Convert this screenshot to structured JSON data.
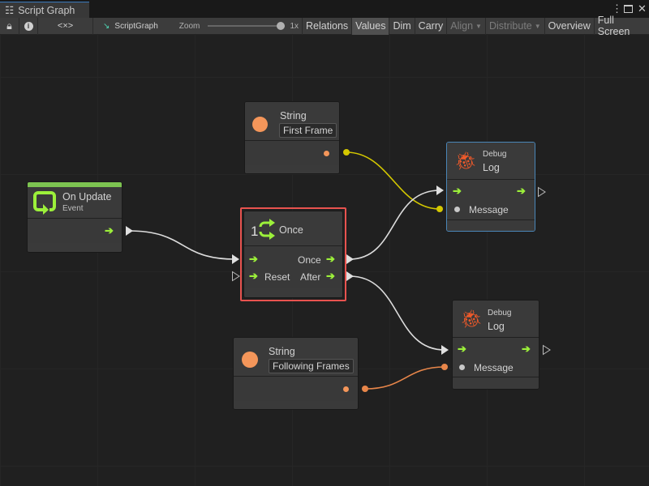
{
  "window": {
    "tab_title": "Script Graph",
    "tab_icon": "hierarchy-icon",
    "menu_icon": "kebab-icon",
    "maximize_icon": "maximize-icon",
    "close_icon": "close-icon"
  },
  "toolbar": {
    "lock_icon": "lock-icon",
    "info_icon": "info-icon",
    "embed_icon": "<×>",
    "graph_name": "ScriptGraph",
    "zoom_label": "Zoom",
    "zoom_value": "1x",
    "zoom_level": 1.0,
    "buttons": [
      {
        "label": "Relations",
        "active": false,
        "enabled": true
      },
      {
        "label": "Values",
        "active": true,
        "enabled": true
      },
      {
        "label": "Dim",
        "active": false,
        "enabled": true
      },
      {
        "label": "Carry",
        "active": false,
        "enabled": true
      },
      {
        "label": "Align",
        "active": false,
        "enabled": false,
        "dropdown": true
      },
      {
        "label": "Distribute",
        "active": false,
        "enabled": false,
        "dropdown": true
      },
      {
        "label": "Overview",
        "active": false,
        "enabled": true
      },
      {
        "label": "Full Screen",
        "active": false,
        "enabled": true
      }
    ]
  },
  "nodes": {
    "on_update": {
      "title": "On Update",
      "subtitle": "Event",
      "accent": "#7dc451"
    },
    "string1": {
      "title": "String",
      "value": "First Frame",
      "color": "#f4965a"
    },
    "once": {
      "title": "Once",
      "count": "1",
      "in_reset": "Reset",
      "out_once": "Once",
      "out_after": "After",
      "selected_color": "#e8534f"
    },
    "debug1": {
      "category": "Debug",
      "title": "Log",
      "message": "Message",
      "icon": "bug-icon"
    },
    "debug2": {
      "category": "Debug",
      "title": "Log",
      "message": "Message",
      "icon": "bug-icon"
    },
    "string2": {
      "title": "String",
      "value": "Following Frames",
      "color": "#f4965a"
    }
  },
  "colors": {
    "flow": "#9cf03a",
    "string_wire_yellow": "#d4c800",
    "string_wire_orange": "#e8864a",
    "wire_flow": "#dcdcdc"
  }
}
